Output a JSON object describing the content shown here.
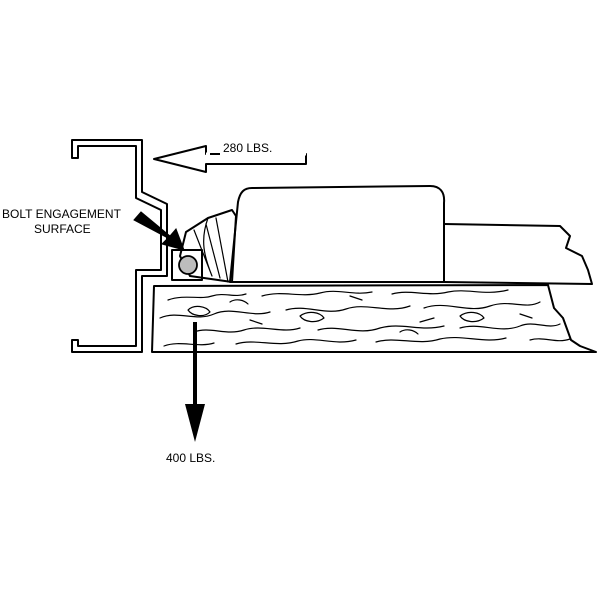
{
  "labels": {
    "horizontal_force": "280 LBS.",
    "vertical_force": "400 LBS.",
    "bolt_line1": "BOLT ENGAGEMENT",
    "bolt_line2": "SURFACE"
  },
  "colors": {
    "stroke": "#000000",
    "background": "#ffffff",
    "bolt_shade": "#c8c8c8",
    "bolt_ball": "#bdbdbd"
  }
}
